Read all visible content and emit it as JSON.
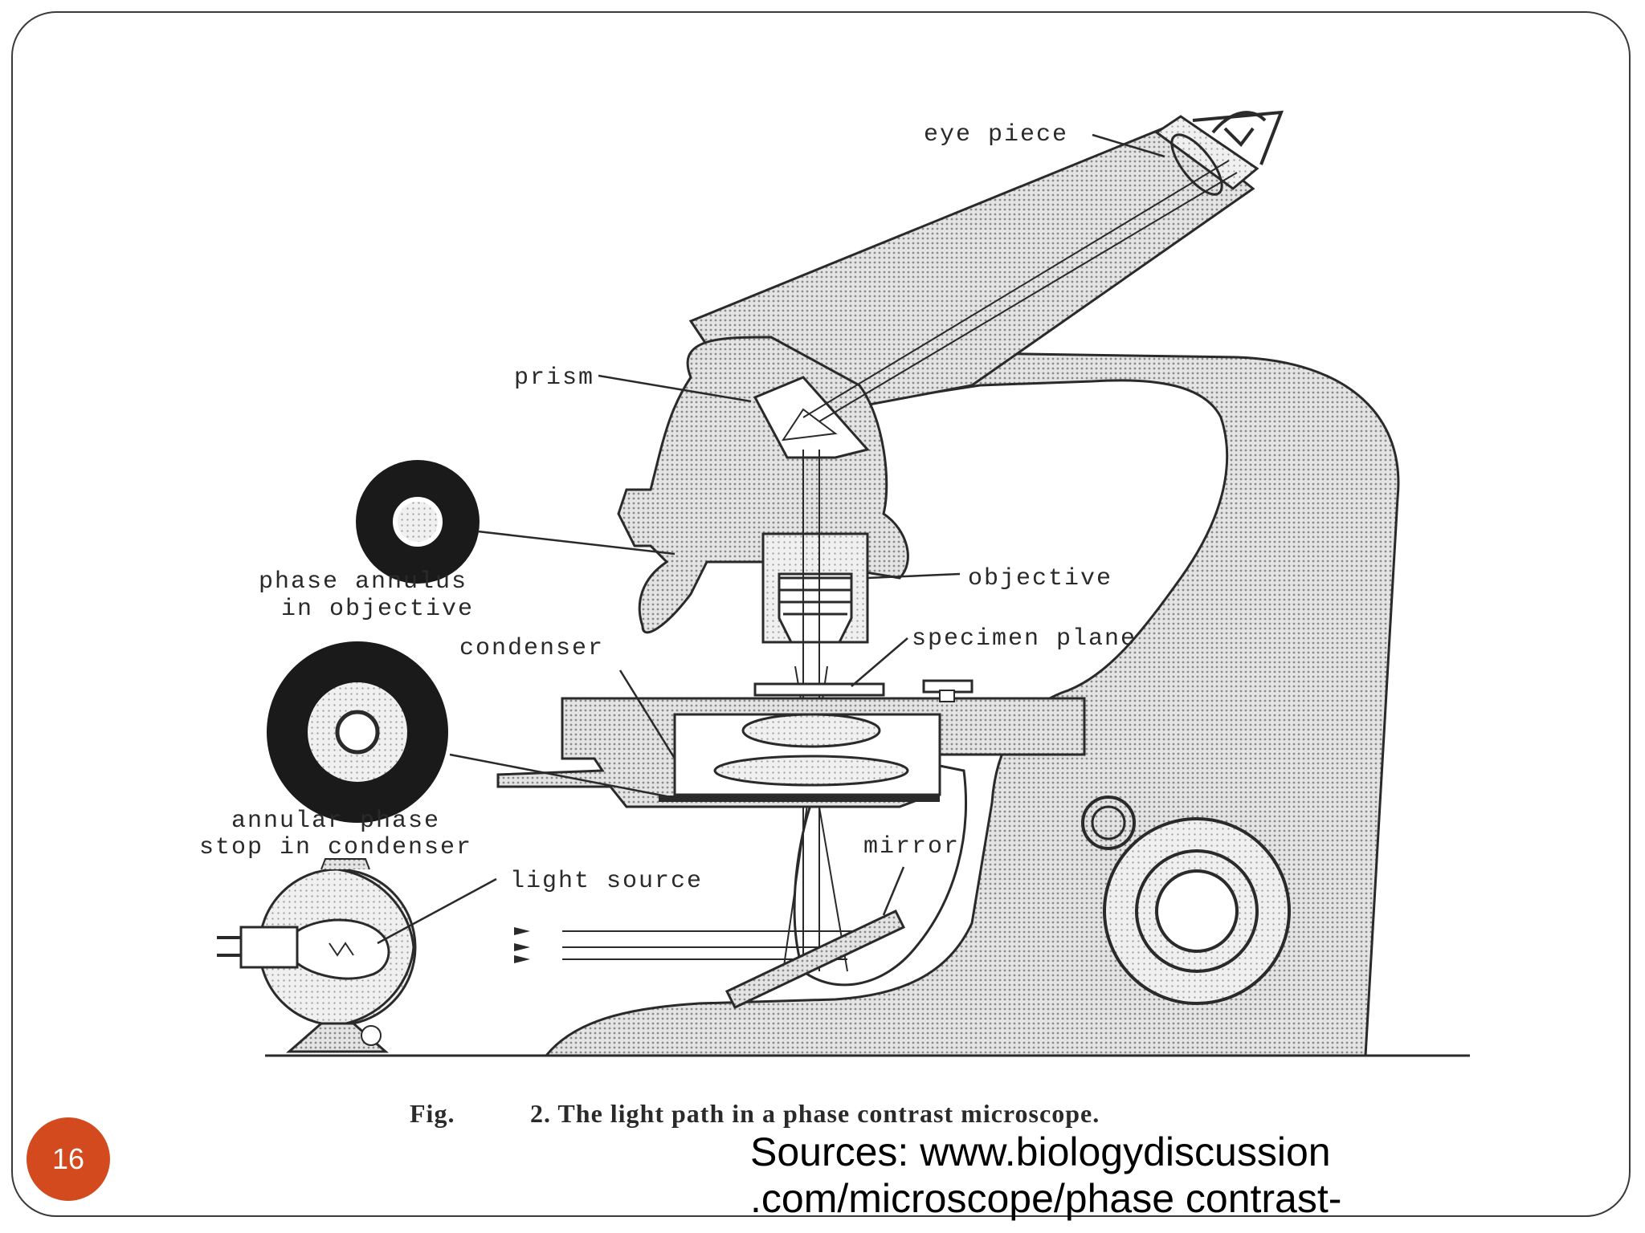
{
  "diagram": {
    "labels": {
      "eye_piece": "eye piece",
      "prism": "prism",
      "phase_annulus_line1": "phase annulus",
      "phase_annulus_line2": "in objective",
      "objective": "objective",
      "condenser": "condenser",
      "specimen_plane": "specimen plane",
      "annular_stop_line1": "annular phase",
      "annular_stop_line2": "stop in condenser",
      "mirror": "mirror",
      "light_source": "light source"
    },
    "caption_fig": "Fig.",
    "caption_text": "2. The light path in a phase contrast microscope."
  },
  "slide": {
    "number": "16",
    "sources_line1": "Sources:  www.biologydiscussion",
    "sources_line2": ".com/microscope/phase contrast-"
  },
  "colors": {
    "accent": "#d24a1e",
    "ink": "#2a2a2a",
    "stipple": "#d8d8d8"
  }
}
